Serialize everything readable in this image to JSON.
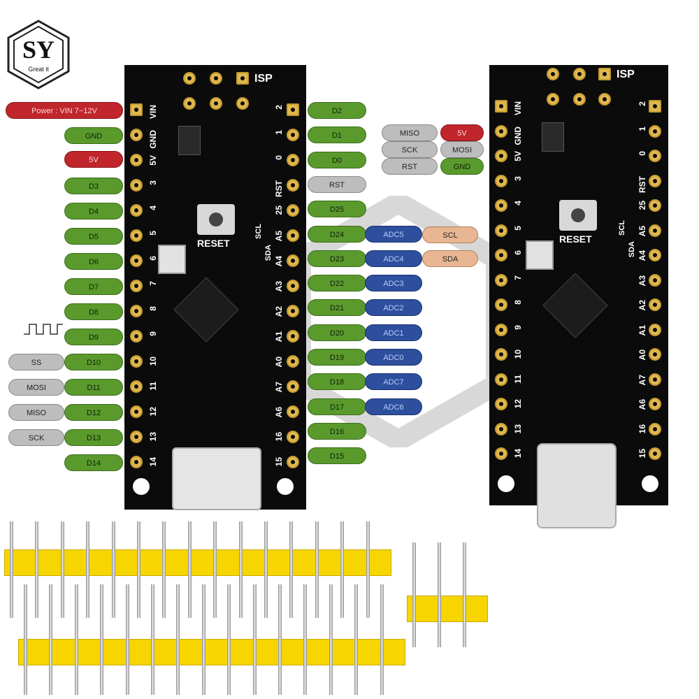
{
  "logo": {
    "text": "SY",
    "tagline": "Great it"
  },
  "left_board": {
    "isp_label": "ISP",
    "reset_label": "RESET",
    "left_pin_labels": [
      "VIN",
      "GND",
      "5V",
      "3",
      "4",
      "5",
      "6",
      "7",
      "8",
      "9",
      "10",
      "11",
      "12",
      "13",
      "14"
    ],
    "right_pin_labels": [
      "2",
      "1",
      "0",
      "RST",
      "25",
      "A5",
      "A4",
      "A3",
      "A2",
      "A1",
      "A0",
      "A7",
      "A6",
      "16",
      "15"
    ],
    "scl_label": "SCL",
    "sda_label": "SDA"
  },
  "right_board": {
    "isp_label": "ISP",
    "reset_label": "RESET",
    "left_pin_labels": [
      "VIN",
      "GND",
      "5V",
      "3",
      "4",
      "5",
      "6",
      "7",
      "8",
      "9",
      "10",
      "11",
      "12",
      "13",
      "14"
    ],
    "right_pin_labels": [
      "2",
      "1",
      "0",
      "RST",
      "25",
      "A5",
      "A4",
      "A3",
      "A2",
      "A1",
      "A0",
      "A7",
      "A6",
      "16",
      "15"
    ],
    "scl_label": "SCL",
    "sda_label": "SDA"
  },
  "left_labels": {
    "power": "Power : VIN 7~12V",
    "gnd": "GND",
    "v5": "5V",
    "digital": [
      "D3",
      "D4",
      "D5",
      "D6",
      "D7",
      "D8",
      "D9",
      "D10",
      "D11",
      "D12",
      "D13",
      "D14"
    ],
    "alt": [
      "SS",
      "MOSI",
      "MISO",
      "SCK"
    ]
  },
  "right_labels": {
    "digital": [
      "D2",
      "D1",
      "D0",
      "RST",
      "D25",
      "D24",
      "D23",
      "D22",
      "D21",
      "D20",
      "D19",
      "D18",
      "D17",
      "D16",
      "D15"
    ],
    "adc": [
      "ADC5",
      "ADC4",
      "ADC3",
      "ADC2",
      "ADC1",
      "ADC0",
      "ADC7",
      "ADC6"
    ],
    "i2c": [
      "SCL",
      "SDA"
    ]
  },
  "isp_legend": {
    "row1": [
      "MISO",
      "5V"
    ],
    "row2": [
      "SCK",
      "MOSI"
    ],
    "row3": [
      "RST",
      "GND"
    ]
  },
  "colors": {
    "digital": "#5a9a2c",
    "adc": "#2d4f9e",
    "alt": "#bdbdbd",
    "i2c": "#e8b693",
    "power": "#c0262c",
    "header": "#f6d500",
    "pcb": "#0b0b0b",
    "pad": "#e0b850"
  }
}
